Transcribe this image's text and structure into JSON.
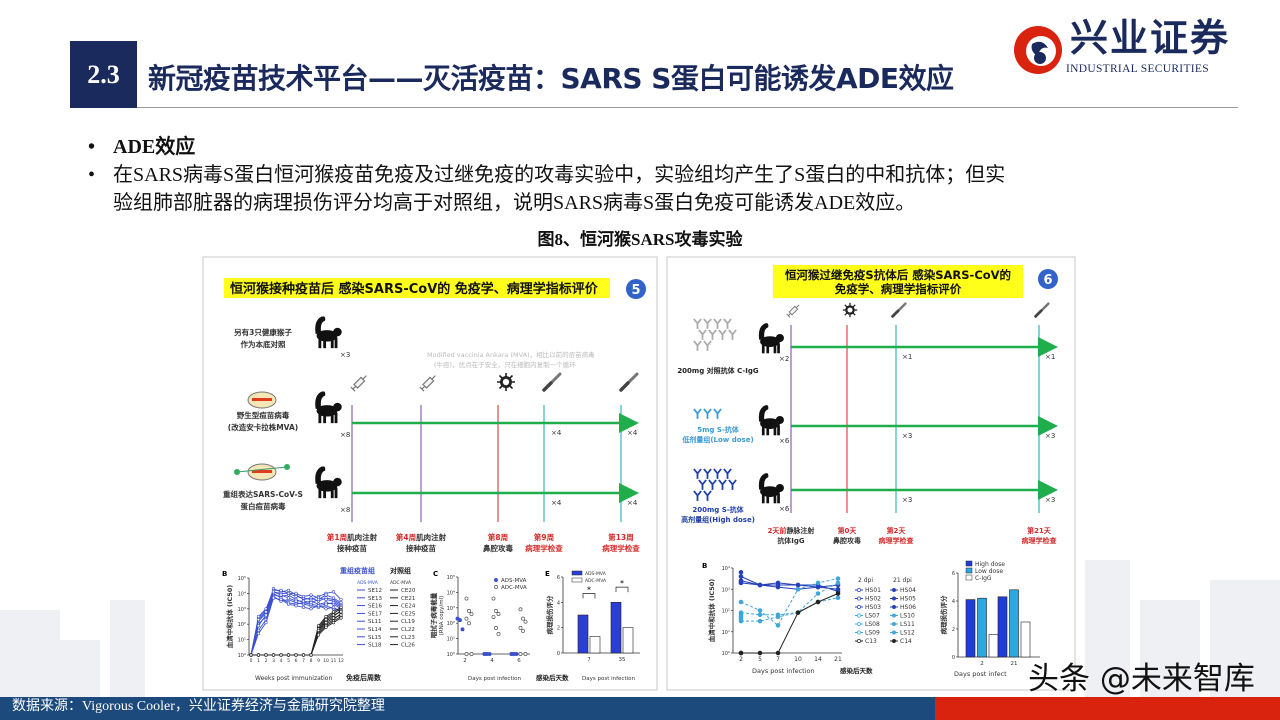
{
  "header": {
    "section_number": "2.3",
    "title": "新冠疫苗技术平台——灭活疫苗：SARS S蛋白可能诱发ADE效应",
    "logo_cn": "兴业证券",
    "logo_en": "INDUSTRIAL SECURITIES"
  },
  "bullets": [
    {
      "marker": "•",
      "lines": [
        "ADE效应"
      ]
    },
    {
      "marker": "•",
      "lines": [
        "在SARS病毒S蛋白恒河猴疫苗免疫及过继免疫的攻毒实验中，实验组均产生了S蛋白的中和抗体；但实",
        "验组肺部脏器的病理损伤评分均高于对照组，说明SARS病毒S蛋白免疫可能诱发ADE效应。"
      ]
    }
  ],
  "figure_caption": "图8、恒河猴SARS攻毒实验",
  "left_panel": {
    "banner": "恒河猴接种疫苗后 感染SARS-CoV的 免疫学、病理学指标评价",
    "badge": "5",
    "note": [
      "Modified vaccinia Ankara (MVA)，相比以前的痘苗病毒",
      "(牛痘)，优点在于安全，只在细胞内复制一个循环"
    ],
    "groups": [
      {
        "label": [
          "另有3只健康猴子",
          "作为本底对照"
        ],
        "count": "×3"
      },
      {
        "label": [
          "野生型痘苗病毒",
          "(改造安卡拉株MVA)"
        ],
        "count": "×8",
        "end_counts": [
          "×4",
          "×4"
        ]
      },
      {
        "label": [
          "重组表达SARS-CoV-S",
          "蛋白痘苗病毒"
        ],
        "count": "×8",
        "end_counts": [
          "×4",
          "×4"
        ]
      }
    ],
    "timepoints": [
      {
        "highlight": "第1周",
        "rest": "肌肉注射",
        "line2": "接种疫苗",
        "color": "#8e5fb0"
      },
      {
        "highlight": "第4周",
        "rest": "肌肉注射",
        "line2": "接种疫苗",
        "color": "#8e5fb0"
      },
      {
        "highlight": "第8周",
        "rest": "",
        "line2": "鼻腔攻毒",
        "color": "#e04848"
      },
      {
        "highlight": "第9周",
        "rest": "",
        "line2": "病理学检查",
        "color": "#35b5c0"
      },
      {
        "highlight": "第13周",
        "rest": "",
        "line2": "病理学检查",
        "color": "#35b5c0"
      }
    ]
  },
  "right_panel": {
    "banner": [
      "恒河猴过继免疫S抗体后 感染SARS-CoV的",
      "免疫学、病理学指标评价"
    ],
    "badge": "6",
    "groups": [
      {
        "label": [
          "200mg 对照抗体 C-IgG"
        ],
        "count": "×2",
        "end_counts": [
          "×1",
          "×1"
        ],
        "color": "#222222"
      },
      {
        "label": [
          "5mg S-抗体",
          "低剂量组(Low dose)"
        ],
        "count": "×6",
        "end_counts": [
          "×3",
          "×3"
        ],
        "color": "#3b9ad6"
      },
      {
        "label": [
          "200mg S-抗体",
          "高剂量组(High dose)"
        ],
        "count": "×6",
        "end_counts": [
          "×3",
          "×3"
        ],
        "color": "#1f3ea8"
      }
    ],
    "timepoints": [
      {
        "highlight": "2天前",
        "rest": "静脉注射",
        "line2": "抗体IgG",
        "color": "#8e5fb0"
      },
      {
        "highlight": "第0天",
        "rest": "",
        "line2": "鼻腔攻毒",
        "color": "#e04848"
      },
      {
        "highlight": "第2天",
        "rest": "",
        "line2": "病理学检查",
        "color": "#35b5c0"
      },
      {
        "highlight": "第21天",
        "rest": "",
        "line2": "病理学检查",
        "color": "#35b5c0"
      }
    ]
  },
  "chart_data": [
    {
      "id": "left-B",
      "panel_label": "B",
      "type": "line",
      "xlabel": "Weeks post immunization",
      "xlabel_cn": "免疫后周数",
      "ylabel": "血清中和抗体 (IC50)",
      "y_scale": "log",
      "ylim": [
        0,
        5
      ],
      "y_ticks": [
        "10⁰",
        "10¹",
        "10²",
        "10³",
        "10⁴",
        "10⁵"
      ],
      "x": [
        0,
        1,
        2,
        3,
        4,
        5,
        6,
        7,
        8,
        9,
        10,
        11,
        12
      ],
      "legend_headers": [
        "重组疫苗组",
        "对照组"
      ],
      "legend_subheaders": [
        "ADS-MVA",
        "ADC-MVA"
      ],
      "colors": {
        "vaccine": "#3a4fd0",
        "control": "#222222"
      },
      "series": [
        {
          "name": "SE12",
          "group": "vaccine",
          "values": [
            0,
            2.4,
            2.9,
            4.3,
            4.1,
            4.2,
            3.9,
            3.6,
            3.7,
            3.5,
            3.7,
            3.6,
            3.3
          ]
        },
        {
          "name": "SE13",
          "group": "vaccine",
          "values": [
            0,
            2.2,
            2.7,
            4.1,
            4.0,
            4.0,
            3.8,
            3.7,
            3.6,
            3.8,
            4.0,
            4.1,
            3.6
          ]
        },
        {
          "name": "SE16",
          "group": "vaccine",
          "values": [
            0,
            2.0,
            2.5,
            3.9,
            3.8,
            3.9,
            3.6,
            3.4,
            3.5,
            3.3,
            3.4,
            3.3,
            3.0
          ]
        },
        {
          "name": "SE17",
          "group": "vaccine",
          "values": [
            0,
            2.5,
            3.0,
            4.2,
            4.2,
            4.0,
            4.0,
            3.8,
            3.9,
            3.7,
            3.6,
            3.5,
            3.2
          ]
        },
        {
          "name": "SL11",
          "group": "vaccine",
          "values": [
            0,
            1.6,
            2.3,
            3.8,
            3.5,
            3.6,
            3.4,
            3.3,
            3.2,
            3.1,
            3.2,
            3.0,
            2.9
          ]
        },
        {
          "name": "SL14",
          "group": "vaccine",
          "values": [
            0,
            1.9,
            2.6,
            4.0,
            3.7,
            3.4,
            3.3,
            3.4,
            3.3,
            3.2,
            3.0,
            3.1,
            2.8
          ]
        },
        {
          "name": "SL15",
          "group": "vaccine",
          "values": [
            0,
            2.3,
            2.8,
            4.1,
            3.9,
            3.7,
            3.5,
            3.5,
            3.4,
            3.6,
            3.9,
            3.7,
            3.4
          ]
        },
        {
          "name": "SL18",
          "group": "vaccine",
          "values": [
            0,
            1.4,
            2.1,
            3.7,
            3.6,
            3.3,
            3.2,
            3.1,
            3.0,
            3.2,
            3.3,
            3.4,
            3.1
          ]
        },
        {
          "name": "CE20",
          "group": "control",
          "values": [
            0,
            0,
            0,
            0,
            0,
            0,
            0,
            0,
            0,
            1.8,
            2.4,
            2.7,
            3.0
          ]
        },
        {
          "name": "CE21",
          "group": "control",
          "values": [
            0,
            0,
            0,
            0,
            0,
            0,
            0,
            0,
            0,
            1.6,
            2.2,
            2.5,
            2.9
          ]
        },
        {
          "name": "CE24",
          "group": "control",
          "values": [
            0,
            0,
            0,
            0,
            0,
            0,
            0,
            0,
            0,
            1.9,
            2.5,
            2.8,
            3.1
          ]
        },
        {
          "name": "CE25",
          "group": "control",
          "values": [
            0,
            0,
            0,
            0,
            0,
            0,
            0,
            0,
            0,
            1.5,
            2.0,
            2.3,
            2.7
          ]
        },
        {
          "name": "CL19",
          "group": "control",
          "values": [
            0,
            0,
            0,
            0,
            0,
            0,
            0,
            0,
            0,
            1.7,
            2.3,
            2.6,
            2.8
          ]
        },
        {
          "name": "CL22",
          "group": "control",
          "values": [
            0,
            0,
            0,
            0,
            0,
            0,
            0,
            0,
            0,
            1.4,
            1.9,
            2.2,
            2.5
          ]
        },
        {
          "name": "CL23",
          "group": "control",
          "values": [
            0,
            0,
            0,
            0,
            0,
            0,
            0,
            0,
            0,
            1.6,
            2.1,
            2.4,
            2.6
          ]
        },
        {
          "name": "CL26",
          "group": "control",
          "values": [
            0,
            0,
            0,
            0,
            0,
            0,
            0,
            0,
            0,
            1.3,
            1.8,
            2.1,
            2.4
          ]
        }
      ]
    },
    {
      "id": "left-C",
      "panel_label": "C",
      "type": "scatter",
      "xlabel": "Days post infection",
      "xlabel_cn": "感染后天数",
      "ylabel": "咽拭子病毒载量 (RNA copy/ml)",
      "y_scale": "log",
      "ylim": [
        0,
        5
      ],
      "y_ticks": [
        "10⁰",
        "10¹",
        "10²",
        "10³",
        "10⁴",
        "10⁵"
      ],
      "categories": [
        "2",
        "4",
        "6"
      ],
      "series": [
        {
          "name": "ADS-MVA",
          "color": "#3a4fd0",
          "filled": true,
          "values": [
            [
              2.3,
              2.2,
              1.6
            ],
            [
              0,
              0,
              0,
              0
            ],
            [
              0,
              0,
              0,
              0
            ]
          ]
        },
        {
          "name": "ADC-MVA",
          "color": "#555555",
          "filled": false,
          "values": [
            [
              3.6,
              2.8,
              2.6,
              2.3,
              2.0,
              0,
              0
            ],
            [
              3.6,
              2.8,
              2.6,
              2.4,
              1.7,
              1.3
            ],
            [
              2.9,
              2.3,
              2.1,
              1.7,
              1.5,
              0,
              0
            ]
          ]
        }
      ]
    },
    {
      "id": "left-E",
      "panel_label": "E",
      "type": "bar",
      "xlabel": "Days post infection",
      "ylabel": "病理损伤评分",
      "ylim": [
        0,
        6
      ],
      "y_ticks": [
        "0",
        "2",
        "4",
        "6"
      ],
      "categories": [
        "7",
        "35"
      ],
      "significance": [
        "*",
        "*"
      ],
      "series": [
        {
          "name": "ADS-MVA",
          "color": "#2b3fd6",
          "values": [
            3,
            4
          ]
        },
        {
          "name": "ADC-MVA",
          "color": "#ffffff",
          "values": [
            1.3,
            2
          ]
        }
      ]
    },
    {
      "id": "right-B",
      "panel_label": "B",
      "type": "line",
      "xlabel": "Days post infection",
      "xlabel_cn": "感染后天数",
      "ylabel": "血清中和抗体 (IC50)",
      "y_scale": "log",
      "ylim": [
        0,
        4
      ],
      "y_ticks": [
        "10⁰",
        "10¹",
        "10²",
        "10³",
        "10⁴"
      ],
      "categories": [
        "2",
        "5",
        "7",
        "10",
        "14",
        "21"
      ],
      "legend_headers": [
        "2 dpi",
        "21 dpi"
      ],
      "series": [
        {
          "name": "HS01",
          "color": "#2540b8",
          "dashed": false,
          "values": [
            3.8,
            null,
            null,
            null,
            null,
            null
          ]
        },
        {
          "name": "HS02",
          "color": "#2540b8",
          "dashed": false,
          "values": [
            3.3,
            null,
            null,
            null,
            null,
            null
          ]
        },
        {
          "name": "HS03",
          "color": "#2540b8",
          "dashed": false,
          "values": [
            3.4,
            null,
            null,
            null,
            null,
            null
          ]
        },
        {
          "name": "LS07",
          "color": "#3fa6dc",
          "dashed": true,
          "values": [
            1.8,
            null,
            null,
            null,
            null,
            null
          ]
        },
        {
          "name": "LS08",
          "color": "#3fa6dc",
          "dashed": true,
          "values": [
            1.6,
            null,
            null,
            null,
            null,
            null
          ]
        },
        {
          "name": "LS09",
          "color": "#3fa6dc",
          "dashed": true,
          "values": [
            1.7,
            null,
            null,
            null,
            null,
            null
          ]
        },
        {
          "name": "C13",
          "color": "#222222",
          "dashed": false,
          "values": [
            0,
            null,
            null,
            null,
            null,
            null
          ]
        },
        {
          "name": "HS04",
          "color": "#2540b8",
          "dashed": false,
          "values": [
            3.4,
            3.2,
            3.1,
            3.0,
            3.1,
            3.2
          ]
        },
        {
          "name": "HS05",
          "color": "#2540b8",
          "dashed": false,
          "values": [
            3.6,
            3.2,
            3.3,
            3.2,
            3.2,
            2.9
          ]
        },
        {
          "name": "HS06",
          "color": "#2540b8",
          "dashed": false,
          "values": [
            3.3,
            3.2,
            3.2,
            3.2,
            3.1,
            3.0
          ]
        },
        {
          "name": "LS10",
          "color": "#3fa6dc",
          "dashed": true,
          "values": [
            1.9,
            1.8,
            1.8,
            1.9,
            2.4,
            2.6
          ]
        },
        {
          "name": "LS11",
          "color": "#3fa6dc",
          "dashed": true,
          "values": [
            2.4,
            2.0,
            1.3,
            3.0,
            3.3,
            3.5
          ]
        },
        {
          "name": "LS12",
          "color": "#3fa6dc",
          "dashed": true,
          "values": [
            1.5,
            1.5,
            1.7,
            1.9,
            2.8,
            3.3
          ]
        },
        {
          "name": "C14",
          "color": "#222222",
          "dashed": false,
          "values": [
            0,
            0,
            0,
            1.9,
            2.4,
            2.8
          ]
        }
      ]
    },
    {
      "id": "right-E",
      "type": "bar",
      "xlabel": "Days post infect",
      "ylabel": "病理损伤评分",
      "ylim": [
        0,
        6
      ],
      "y_ticks": [
        "0",
        "2",
        "4",
        "6"
      ],
      "categories": [
        "2",
        "21"
      ],
      "series": [
        {
          "name": "High dose",
          "color": "#1f3ed8",
          "values": [
            4.1,
            4.3
          ]
        },
        {
          "name": "Low dose",
          "color": "#2ea6e6",
          "values": [
            4.2,
            4.8
          ]
        },
        {
          "name": "C-IgG",
          "color": "#ffffff",
          "values": [
            1.6,
            2.5
          ]
        }
      ]
    }
  ],
  "footer": {
    "source": "数据来源：Vigorous Cooler，兴业证券经济与金融研究院整理",
    "watermark": "头条 @未来智库",
    "colors": {
      "blue": "#1d4a7c",
      "red": "#d9230f"
    }
  }
}
